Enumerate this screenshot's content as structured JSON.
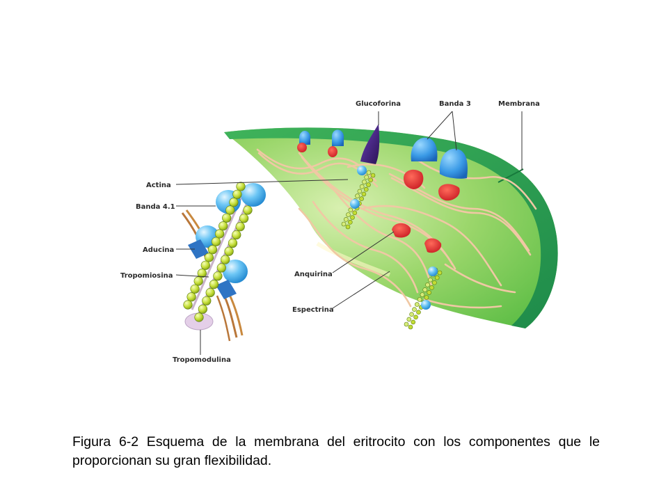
{
  "labels": {
    "glucoforina": "Glucoforina",
    "banda3": "Banda 3",
    "membrana": "Membrana",
    "actina": "Actina",
    "banda41": "Banda 4.1",
    "aducina": "Aducina",
    "tropomiosina": "Tropomiosina",
    "anquirina": "Anquirina",
    "espectrina": "Espectrina",
    "tropomodulina": "Tropomodulina"
  },
  "caption": "Figura 6-2 Esquema de la membrana del eritrocito con los componentes que le proporcionan su gran flexibilidad.",
  "colors": {
    "membrane_light": "#b7e08a",
    "membrane_mid": "#5fbf4a",
    "membrane_edge": "#2e9e55",
    "glycoprotein_blue": "#2f86d6",
    "ankyrin_red": "#d6232a",
    "glucoforina_purple": "#4a2a8a",
    "actin_bead": "#c8df3a",
    "spectrin_fiber": "#f0c8a8",
    "fiber_brown": "#b9773a"
  }
}
